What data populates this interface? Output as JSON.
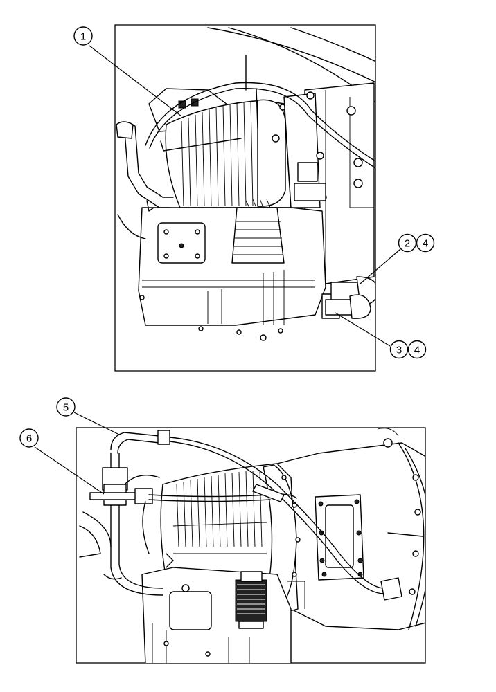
{
  "figure": {
    "panels": [
      {
        "id": "upper-view"
      },
      {
        "id": "lower-view"
      }
    ],
    "callouts": [
      {
        "id": "c1",
        "label": "1"
      },
      {
        "id": "c2",
        "label": "2"
      },
      {
        "id": "c4a",
        "label": "4"
      },
      {
        "id": "c3",
        "label": "3"
      },
      {
        "id": "c4b",
        "label": "4"
      },
      {
        "id": "c5",
        "label": "5"
      },
      {
        "id": "c6",
        "label": "6"
      }
    ]
  }
}
